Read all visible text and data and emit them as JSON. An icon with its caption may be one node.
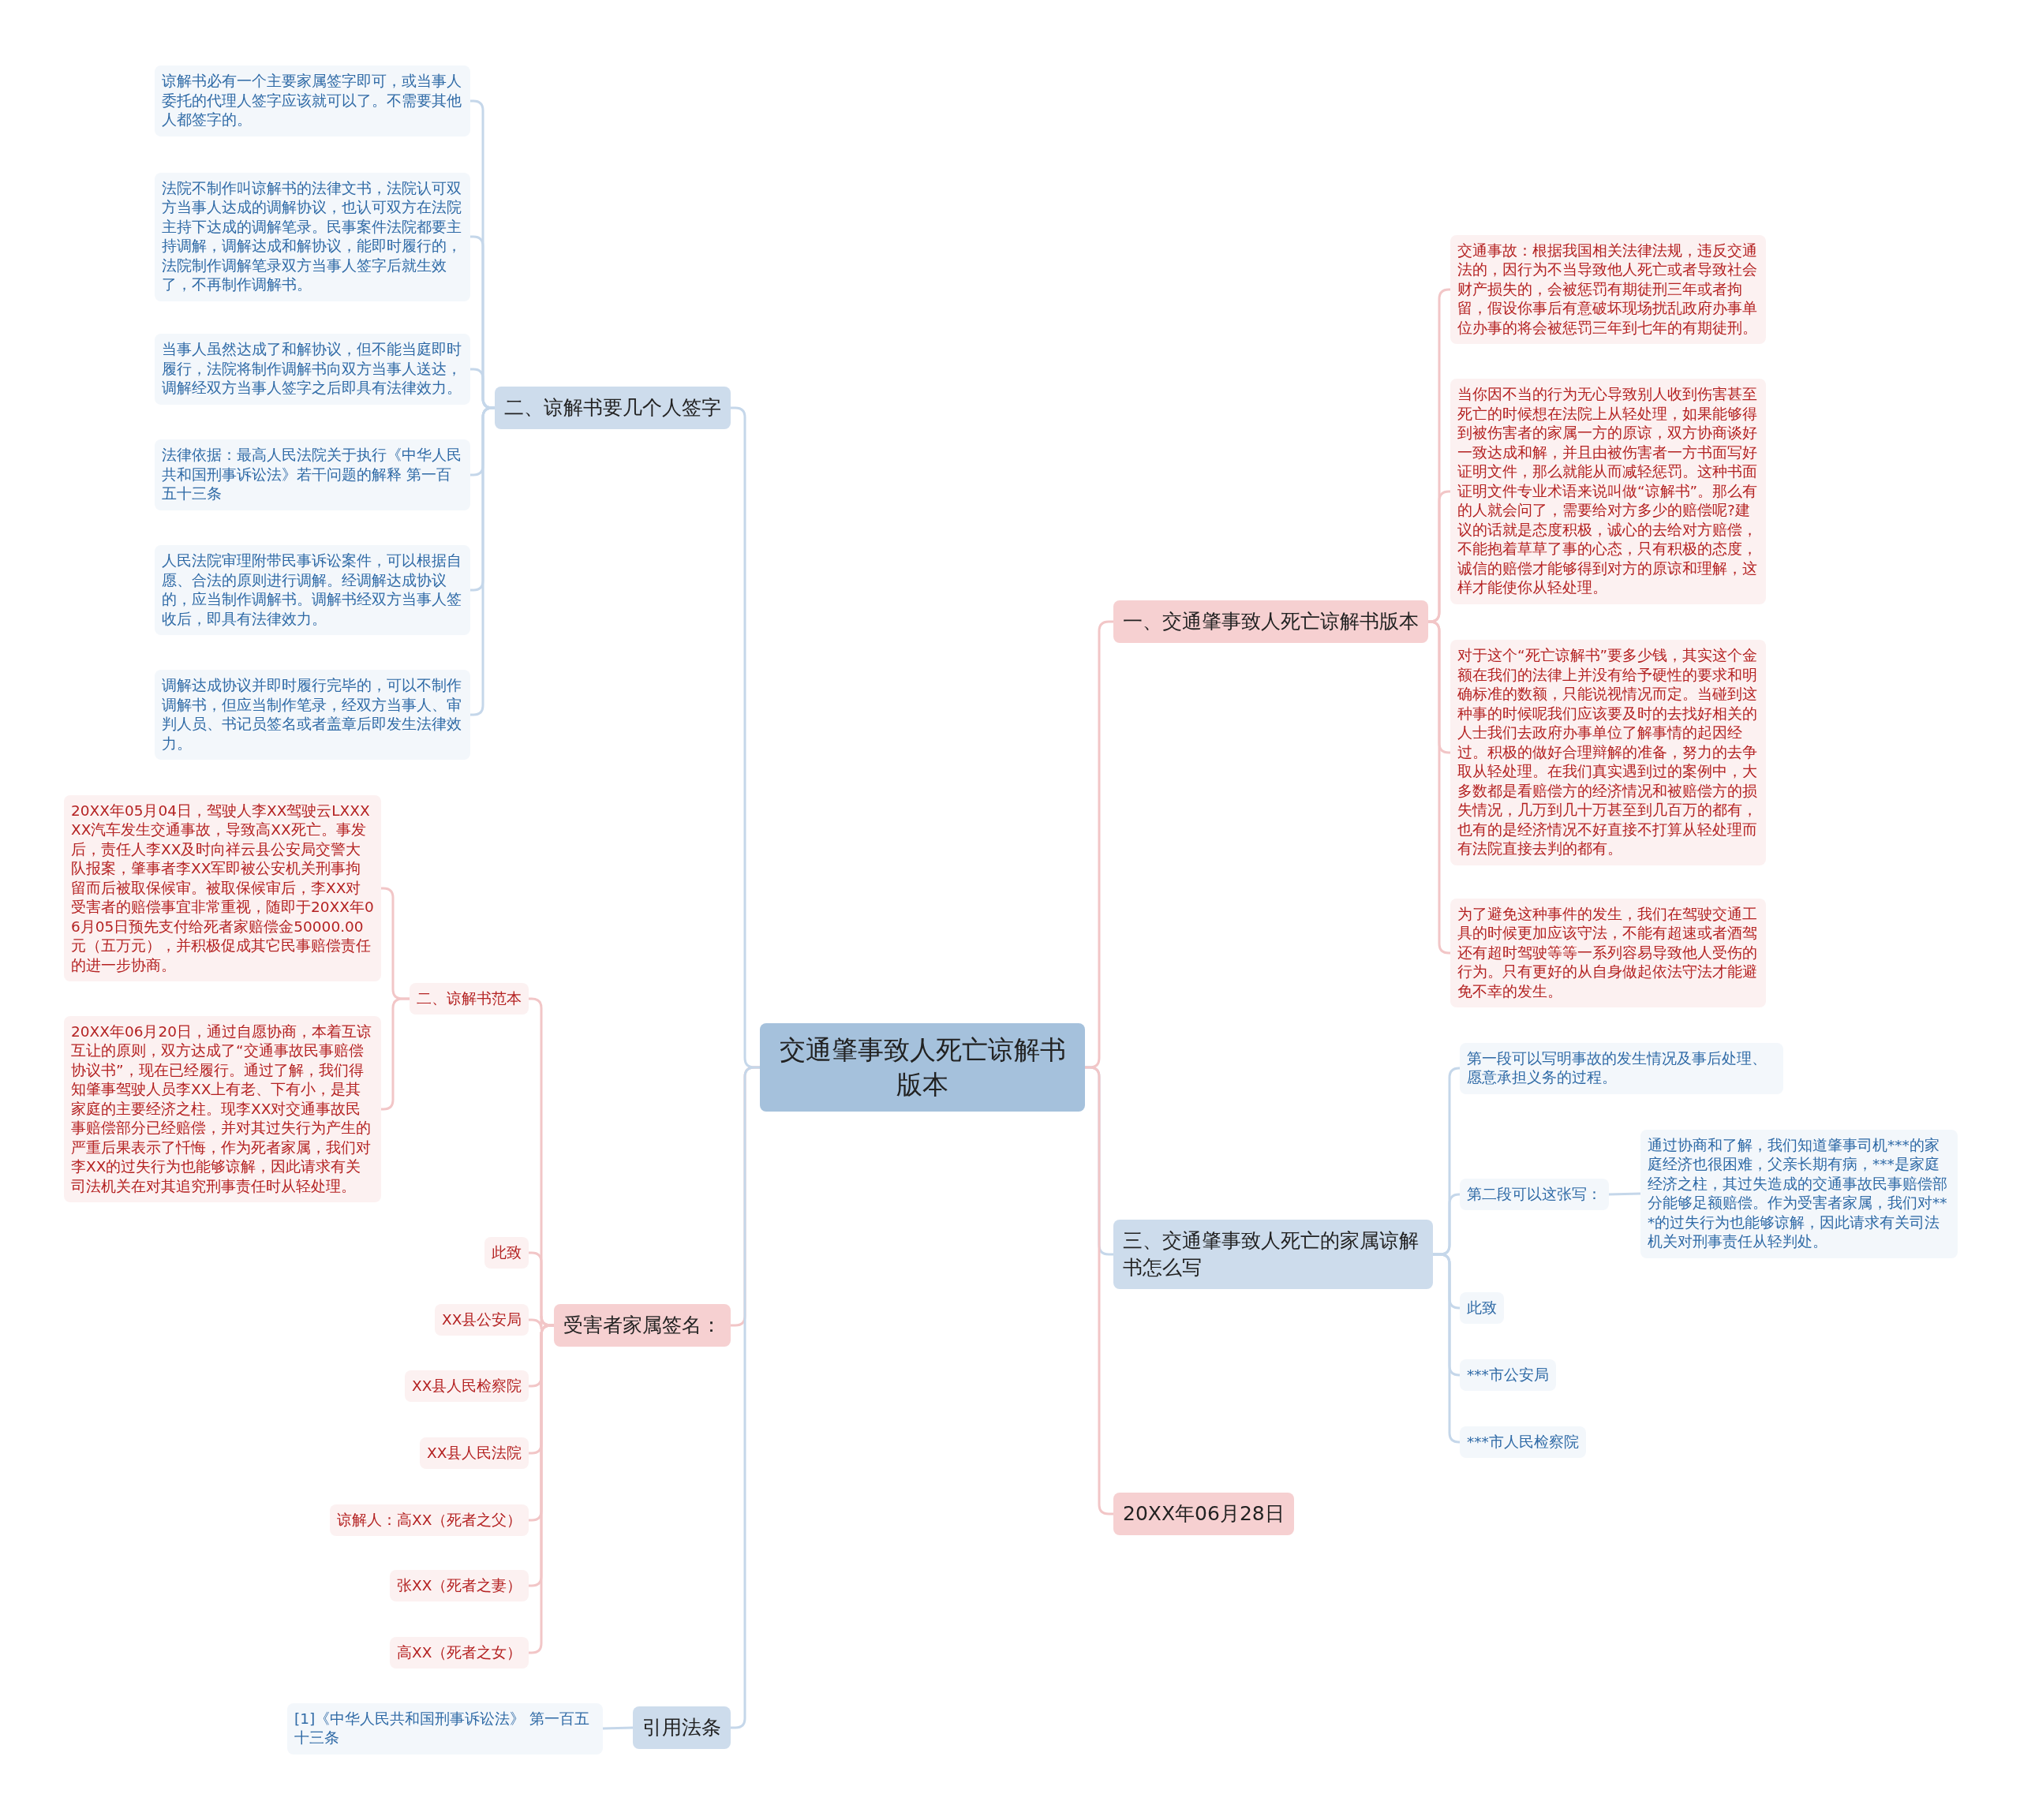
{
  "diagram": {
    "nodes": [
      {
        "text": [
          "交通肇事致人死亡谅解书版本"
        ]
      },
      {
        "text": [
          "二、谅解书要几个人签字"
        ]
      },
      {
        "text": [
          "谅解书必有一个主要家属签字即可，或当事人委托的代理人签字应该就可以了。不需要其他人都签字的。"
        ]
      },
      {
        "text": [
          "法院不制作叫谅解书的法律文书，法院认可双方当事人达成的调解协议，也认可双方在法院主持下达成的调解笔录。民事案件法院都要主持调解，调解达成和解协议，能即时履行的，法院制作调解笔录双方当事人签字后就生效了，不再制作调解书。"
        ]
      },
      {
        "text": [
          "当事人虽然达成了和解协议，但不能当庭即时履行，法院将制作调解书向双方当事人送达，调解经双方当事人签字之后即具有法律效力。"
        ]
      },
      {
        "text": [
          "法律依据：最高人民法院关于执行《中华人民共和国刑事诉讼法》若干问题的解释 第一百五十三条"
        ]
      },
      {
        "text": [
          "人民法院审理附带民事诉讼案件，可以根据自愿、合法的原则进行调解。经调解达成协议的，应当制作调解书。调解书经双方当事人签收后，即具有法律效力。"
        ]
      },
      {
        "text": [
          "调解达成协议并即时履行完毕的，可以不制作调解书，但应当制作笔录，经双方当事人、审判人员、书记员签名或者盖章后即发生法律效力。"
        ]
      },
      {
        "text": [
          "受害者家属签名："
        ]
      },
      {
        "text": [
          "二、谅解书范本"
        ]
      },
      {
        "text": [
          "20XX年05月04日，驾驶人李XX驾驶云LXXXXX汽车发生交通事故，导致高XX死亡。事发后，责任人李XX及时向祥云县公安局交警大队报案，肇事者李XX军即被公安机关刑事拘留而后被取保候审。被取保候审后，李XX对受害者的赔偿事宜非常重视，随即于20XX年06月05日预先支付给死者家赔偿金50000.00元（五万元），并积极促成其它民事赔偿责任的进一步协商。"
        ]
      },
      {
        "text": [
          "20XX年06月20日，通过自愿协商，本着互谅互让的原则，双方达成了“交通事故民事赔偿协议书”，现在已经履行。通过了解，我们得知肇事驾驶人员李XX上有老、下有小，是其家庭的主要经济之柱。现李XX对交通事故民事赔偿部分已经赔偿，并对其过失行为产生的严重后果表示了忏悔，作为死者家属，我们对李XX的过失行为也能够谅解，因此请求有关司法机关在对其追究刑事责任时从轻处理。"
        ]
      },
      {
        "text": [
          "此致"
        ]
      },
      {
        "text": [
          "XX县公安局"
        ]
      },
      {
        "text": [
          "XX县人民检察院"
        ]
      },
      {
        "text": [
          "XX县人民法院"
        ]
      },
      {
        "text": [
          "谅解人：高XX（死者之父）"
        ]
      },
      {
        "text": [
          "张XX（死者之妻）"
        ]
      },
      {
        "text": [
          "高XX（死者之女）"
        ]
      },
      {
        "text": [
          "引用法条"
        ]
      },
      {
        "text": [
          "[1]《中华人民共和国刑事诉讼法》 第一百五十三条"
        ]
      },
      {
        "text": [
          "一、交通肇事致人死亡谅解书版本"
        ]
      },
      {
        "text": [
          "交通事故：根据我国相关法律法规，违反交通法的，因行为不当导致他人死亡或者导致社会财产损失的，会被惩罚有期徒刑三年或者拘留，假设你事后有意破坏现场扰乱政府办事单位办事的将会被惩罚三年到七年的有期徒刑。"
        ]
      },
      {
        "text": [
          "当你因不当的行为无心导致别人收到伤害甚至死亡的时候想在法院上从轻处理，如果能够得到被伤害者的家属一方的原谅，双方协商谈好一致达成和解，并且由被伤害者一方书面写好证明文件，那么就能从而减轻惩罚。这种书面证明文件专业术语来说叫做“谅解书”。那么有的人就会问了，需要给对方多少的赔偿呢?建议的话就是态度积极，诚心的去给对方赔偿，不能抱着草草了事的心态，只有积极的态度，诚信的赔偿才能够得到对方的原谅和理解，这样才能使你从轻处理。"
        ]
      },
      {
        "text": [
          "对于这个“死亡谅解书”要多少钱，其实这个金额在我们的法律上并没有给予硬性的要求和明确标准的数额，只能说视情况而定。当碰到这种事的时候呢我们应该要及时的去找好相关的人士我们去政府办事单位了解事情的起因经过。积极的做好合理辩解的准备，努力的去争取从轻处理。在我们真实遇到过的案例中，大多数都是看赔偿方的经济情况和被赔偿方的损失情况，几万到几十万甚至到几百万的都有，也有的是经济情况不好直接不打算从轻处理而有法院直接去判的都有。"
        ]
      },
      {
        "text": [
          "为了避免这种事件的发生，我们在驾驶交通工具的时候更加应该守法，不能有超速或者酒驾还有超时驾驶等等一系列容易导致他人受伤的行为。只有更好的从自身做起依法守法才能避免不幸的发生。"
        ]
      },
      {
        "text": [
          "三、交通肇事致人死亡的家属谅解书怎么写"
        ]
      },
      {
        "text": [
          "第一段可以写明事故的发生情况及事后处理、愿意承担义务的过程。"
        ]
      },
      {
        "text": [
          "第二段可以这张写："
        ]
      },
      {
        "text": [
          "通过协商和了解，我们知道肇事司机***的家庭经济也很困难，父亲长期有病，***是家庭经济之柱，其过失造成的交通事故民事赔偿部分能够足额赔偿。作为受害者家属，我们对***的过失行为也能够谅解，因此请求有关司法机关对刑事责任从轻判处。"
        ]
      },
      {
        "text": [
          "此致"
        ]
      },
      {
        "text": [
          "***市公安局"
        ]
      },
      {
        "text": [
          "***市人民检察院"
        ]
      },
      {
        "text": [
          "20XX年06月28日"
        ]
      }
    ],
    "edges": [
      {
        "from": 0,
        "to": 1,
        "arrow": "none",
        "color": "#c5d7ea"
      },
      {
        "from": 1,
        "to": 2,
        "arrow": "none",
        "color": "#c5d7ea"
      },
      {
        "from": 1,
        "to": 3,
        "arrow": "none",
        "color": "#c5d7ea"
      },
      {
        "from": 1,
        "to": 4,
        "arrow": "none",
        "color": "#c5d7ea"
      },
      {
        "from": 1,
        "to": 5,
        "arrow": "none",
        "color": "#c5d7ea"
      },
      {
        "from": 1,
        "to": 6,
        "arrow": "none",
        "color": "#c5d7ea"
      },
      {
        "from": 1,
        "to": 7,
        "arrow": "none",
        "color": "#c5d7ea"
      },
      {
        "from": 0,
        "to": 8,
        "arrow": "none"
      },
      {
        "from": 8,
        "to": 9,
        "arrow": "none"
      },
      {
        "from": 9,
        "to": 10,
        "arrow": "none"
      },
      {
        "from": 9,
        "to": 11,
        "arrow": "none"
      },
      {
        "from": 8,
        "to": 12,
        "arrow": "none"
      },
      {
        "from": 8,
        "to": 13,
        "arrow": "none"
      },
      {
        "from": 8,
        "to": 14,
        "arrow": "none"
      },
      {
        "from": 8,
        "to": 15,
        "arrow": "none"
      },
      {
        "from": 8,
        "to": 16,
        "arrow": "none"
      },
      {
        "from": 8,
        "to": 17,
        "arrow": "none"
      },
      {
        "from": 8,
        "to": 18,
        "arrow": "none"
      },
      {
        "from": 0,
        "to": 19,
        "arrow": "none",
        "color": "#c5d7ea"
      },
      {
        "from": 19,
        "to": 20,
        "arrow": "none",
        "color": "#c5d7ea"
      },
      {
        "from": 0,
        "to": 21,
        "arrow": "none"
      },
      {
        "from": 21,
        "to": 22,
        "arrow": "none"
      },
      {
        "from": 21,
        "to": 23,
        "arrow": "none"
      },
      {
        "from": 21,
        "to": 24,
        "arrow": "none"
      },
      {
        "from": 21,
        "to": 25,
        "arrow": "none"
      },
      {
        "from": 0,
        "to": 26,
        "arrow": "none",
        "color": "#c5d7ea"
      },
      {
        "from": 26,
        "to": 27,
        "arrow": "none",
        "color": "#c5d7ea"
      },
      {
        "from": 26,
        "to": 28,
        "arrow": "none",
        "color": "#c5d7ea"
      },
      {
        "from": 28,
        "to": 29,
        "arrow": "none",
        "color": "#c5d7ea"
      },
      {
        "from": 26,
        "to": 30,
        "arrow": "none",
        "color": "#c5d7ea"
      },
      {
        "from": 26,
        "to": 31,
        "arrow": "none",
        "color": "#c5d7ea"
      },
      {
        "from": 26,
        "to": 32,
        "arrow": "none",
        "color": "#c5d7ea"
      },
      {
        "from": 0,
        "to": 33,
        "arrow": "none"
      }
    ]
  }
}
